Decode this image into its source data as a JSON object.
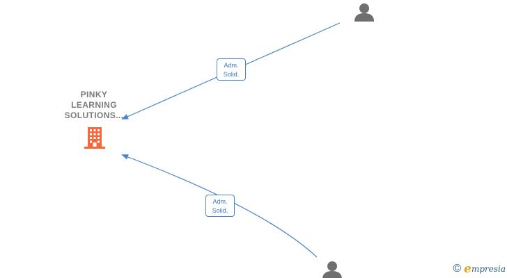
{
  "company": {
    "name_lines": [
      "PINKY",
      "LEARNING",
      "SOLUTIONS..."
    ],
    "icon": "building-icon",
    "color": "#f26a3b"
  },
  "people": [
    {
      "icon": "person-icon",
      "color": "#6f6f6f"
    },
    {
      "icon": "person-icon",
      "color": "#6f6f6f"
    }
  ],
  "edges": [
    {
      "from": "person-1",
      "to": "company",
      "label_lines": [
        "Adm.",
        "Solid."
      ]
    },
    {
      "from": "person-2",
      "to": "company",
      "label_lines": [
        "Adm.",
        "Solid."
      ]
    }
  ],
  "edge_color": "#4a86c8",
  "watermark": {
    "copyright": "©",
    "brand_initial": "e",
    "brand_rest": "mpresia",
    "initial_color": "#e8a21c",
    "text_color": "#2b5e83"
  }
}
